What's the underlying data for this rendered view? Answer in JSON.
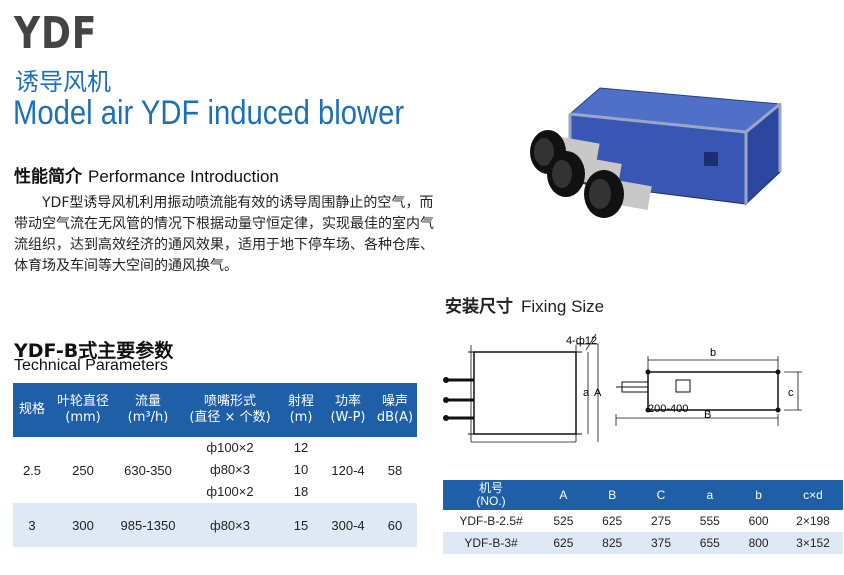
{
  "brand": "YDF",
  "title_cn": "诱导风机",
  "title_en": "Model air YDF induced blower",
  "performance": {
    "heading_cn": "性能简介",
    "heading_en": "Performance Introduction",
    "text": "YDF型诱导风机利用振动喷流能有效的诱导周围静止的空气，而带动空气流在无风管的情况下根据动量守恒定律，实现最佳的室内气流组织，达到高效经济的通风效果，适用于地下停车场、各种仓库、体育场及车间等大空间的通风换气。"
  },
  "params": {
    "heading_cn": "YDF-B式主要参数",
    "heading_en": "Technical Parameters",
    "headers": [
      "规格",
      "叶轮直径\n(mm)",
      "流量\n(m³/h)",
      "喷嘴形式\n(直径 × 个数)",
      "射程\n(m)",
      "功率\n(W-P)",
      "噪声\ndB(A)"
    ],
    "rows": [
      {
        "spec": "2.5",
        "dia": "250",
        "flow": "630-350",
        "nozzle": [
          "ф100×2",
          "ф80×3",
          "ф100×2"
        ],
        "range": [
          "12",
          "10",
          "18"
        ],
        "power": "120-4",
        "noise": "58"
      },
      {
        "spec": "3",
        "dia": "300",
        "flow": "985-1350",
        "nozzle": [
          "ф80×3"
        ],
        "range": [
          "15"
        ],
        "power": "300-4",
        "noise": "60"
      }
    ]
  },
  "fixing": {
    "heading_cn": "安装尺寸",
    "heading_en": "Fixing Size",
    "labels": {
      "holes": "4-ф12",
      "a": "a",
      "A": "A",
      "b": "b",
      "B": "B",
      "c": "c",
      "range": "200-400"
    },
    "headers": [
      "机号\n(NO.)",
      "A",
      "B",
      "C",
      "a",
      "b",
      "c×d"
    ],
    "rows": [
      [
        "YDF-B-2.5#",
        "525",
        "625",
        "275",
        "555",
        "600",
        "2×198"
      ],
      [
        "YDF-B-3#",
        "625",
        "825",
        "375",
        "655",
        "800",
        "3×152"
      ]
    ]
  },
  "colors": {
    "accent": "#1d6fb8",
    "header_bg": "#1e5fa8",
    "row_alt": "#dfe9f5"
  }
}
